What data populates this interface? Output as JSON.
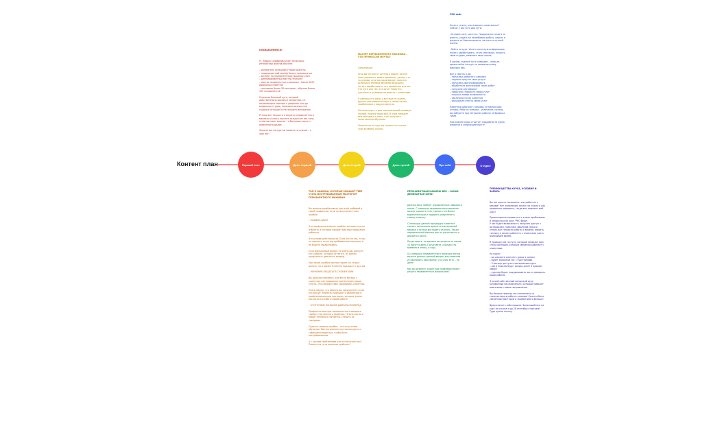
{
  "title": "Контент план",
  "colors": {
    "red": "#f23a3a",
    "orange": "#f5a04a",
    "yellow": "#f2d31a",
    "green": "#1fb86b",
    "blue": "#3f6cf2",
    "indigo": "#4b3fd0",
    "line_red": "#f23a3a"
  },
  "nodes": [
    {
      "label": "Первый пост"
    },
    {
      "label": "День первый"
    },
    {
      "label": "День второй"
    },
    {
      "label": "День третий"
    },
    {
      "label": "Про кейс"
    },
    {
      "label": "О курсе"
    }
  ],
  "notes": [
    {
      "head": "ПОЗНАКОМИМСЯ?",
      "body": "Я – Мария Голованова и вот несколько интересных фактов обо мне:\n\n– основатель успешной студии красоты\n– неоднократный призёр бьюти-чемпионатов\n– эксперт по перманентному макияжу 2023\n– дипломированный мастер-технолог\n– мастер перманентного макияжа – более 2000 довольных клиенток\n– наставник более 30 мастеров – обучила более 100 специалистов\n\nЯ прошла большой путь, который действительно оказался непростым. От начинающего мастера я уверенно шла до владельца студии, пережила множество трудных ситуаций и настоящего выгорания.\n\nЯ знаю все тонкости и секреты перманентного макияжа и смогу научить каждого из вас тому, о чём мечтают многие – о быстром старте и уверенной карьере.\n\nЗаписаться на курс вы можете по ссылке – я жду вас!"
    },
    {
      "head": "МАСТЕР ПЕРМАНЕНТНОГО МАКИЯЖА – ЭТО ПРОФЕССИЯ МЕЧТЫ?",
      "body": "Однозначно!\n\nЕсли вы устали от рутины в офисе, хотите сами управлять своим временем, делать что-то руками, если вас вдохновляет красота, используя техники обучения будущего, хотите зарабатывать: эта профессия для вас. Это путь для тех, кто хочет помогать, улучшать и развиваться вместе с клиентами.\n\nЯ сделала это сама, и все еще не жалею, другие уже уверенно идут к своим целям, зарабатывая и радуя клиентов.\n\nНа моем курсе я дам максимальный минимум знаний, нужной практики. В этом поможет мне методика и опыт, и вы получите качественное обучение.\n\nЗаписаться на курс вы можете по ссылке – туда вставить ссылку"
    },
    {
      "head": "ТОП-3 ОШИБКИ, КОТОРЫЕ МЕШАЮТ ТЕБЕ СТАТЬ ВОСТРЕБОВАННЫМ МАСТЕРОМ ПЕРМАНЕНТНОГО МАКИЯЖА",
      "body": "Вы можете зарабатывать при этой любимой и своей профессии, если не допускаете этих ошибок:\n\n– ОШИБКА ЦЕЛИ\n\nЭто профессиональные ошибки, которых нужно избегать и которые мешают мастеру нормально работать.\n\nЭто основа деятельности. Если это не так, то вы не сможете стать востребованным мастером и не будете зарабатывать.\n\nЕсли финансовый вопрос не очень вас волнует, есть работа, которая остаётся. Но важно продолжать двигаться вперёд.\n\nПри такой ошибке мастер теряет не только деньги, но и время. Клиенты приходят к другим.\n\n– НЕУМЕНИЕ ОБЩАТЬСЯ С КЛИЕНТАМИ\n\nВы должны понимать, как вести беседу с клиентом, как правильно презентовать ваши услуги. Это поможет вам удерживать клиентов.\n\nОчень важно, что именно вы предлагаете и как это звучит. Клиенты приходят к уверенным и профессиональным мастерам, которые умеют рассказать о себе и своей работе.\n\n– ОТСУТСТВИЕ ЖЕЛАНИЯ ДВИГАТЬСЯ ВПЕРЁД\n\nПрофессия мастера перманентного макияжа требует постоянного развития. Нужно изучать новые техники и пигменты, следить за трендами.\n\nОдна из главных ошибок – это отсутствие обучения. Мастер должен постоянно расти и совершенствоваться, чтобы быть востребованным.\n\nА с какими проблемами уже столкнулись вы? Пишите на пути решения проблем!"
    },
    {
      "head": "ПЕРМАНЕНТНЫЙ МАКИЯЖ ВЕК – САМАЯ ДЕЛИКАТНАЯ ЗОНА!",
      "body": "Данная зона требует определенных навыков и опыта. С помощью перманентного макияжа можно украсить глаз, сделать его более выразительным и подарить уверенность своему клиенту.\n\nС помощью данной процедуры клиентка сможет сэкономить время на ежедневный макияж и всегда выглядеть отлично. Также перманентный макияж век не растекается и держится долго.\n\nПредставьте: на макияж вы уходите не менее 10 минут в день. Посчитайте, сколько это времени в месяц, в году.\n\nА с помощью перманентного макияжа век вы можете решить данный вопрос для клиентов и сэкономить свое время, что у вас есть – на деле!\n\nКак вы думаете, какие еще проблемы может решить перманентный макияж век?"
    },
    {
      "head": "PRO кейс",
      "body": "Хотите узнать, как изменить свою жизнь? Сейчас у вас есть два пути:\n\n–Оставить всё, как есть. Продолжать ничего не делать, ходить на нелюбимую работу, сидеть в декрете от безысходности, мечтать о лучшей жизни.\n\n–Пойти на курс. Узнать полезную информацию, начать зарабатывать, стать мастером, открыть свою студию, изменить свою жизнь.\n\nЯ думаю, нужный путь очевиден – пришло время пойти на курс по перманентному макияжу век.\n\nВот я смогла и вы:\n– научилась работать с веками\n– подняла цену на свои услуги\n– научилась фотографировать\n– обработала фотографии своих работ\n– получила сертификат\n– повысила стоимость своих услуг\n– открыла новые возможности\n– увеличила поток клиентов\n– расширила спектр своих услуг\n\nКлиентки работают с веками, оставляя свои отзывы. Работа с веками – увлечение, потому вы забудете про затухание работы на бровях и губах\n\nУже совсем скоро стартует подробности курса появятся в следующем посте!"
    },
    {
      "head": "ПРЕИМУЩЕСТВА КУРСА, УСЛОВИЯ И ЗАПИСЬ",
      "body": "Вы все еще не понимаете, как работать с веками? Нет понимания, зачем это нужно и как правильно оформить, тогда вам поможет мой курс!\n\nПришло время справиться с этими проблемами и записаться на курс \"PRO Веки\".\nУ вас будет возможность получить доступ к материалам, практике, обратной связи и узнать все тонкости работы с веками, освоить технику и начать работать с клиентами уже в ближайшее время.\n\nЯ провожу вас по пути, который позволит вам стать мастером, который уверенно работает с клиентами.\n\nНа курсе:\n– вы сможете смотреть уроки в записи\n– будет закрытый чат с участниками\n– 3 месяца доступа к материалам курса\n– раз в неделю будут вопрос-ответ в прямом эфире\n– куратор будет поддерживать вас и проверять ваши работы\n\nЭто мой собственный авторский курс, основанный на моем опыте, который поможет вам освоить новое направление.\n\nВы больше никогда не столкнетесь со сложностями в работе с веками! Хочется быть уверенным мастером и зарабатывать больше!\n\nВремя менять себя прошло. Записывайтесь на курс по ссылке и до 28 сентября стартуем!\nТуда нужно ссылку"
    }
  ]
}
